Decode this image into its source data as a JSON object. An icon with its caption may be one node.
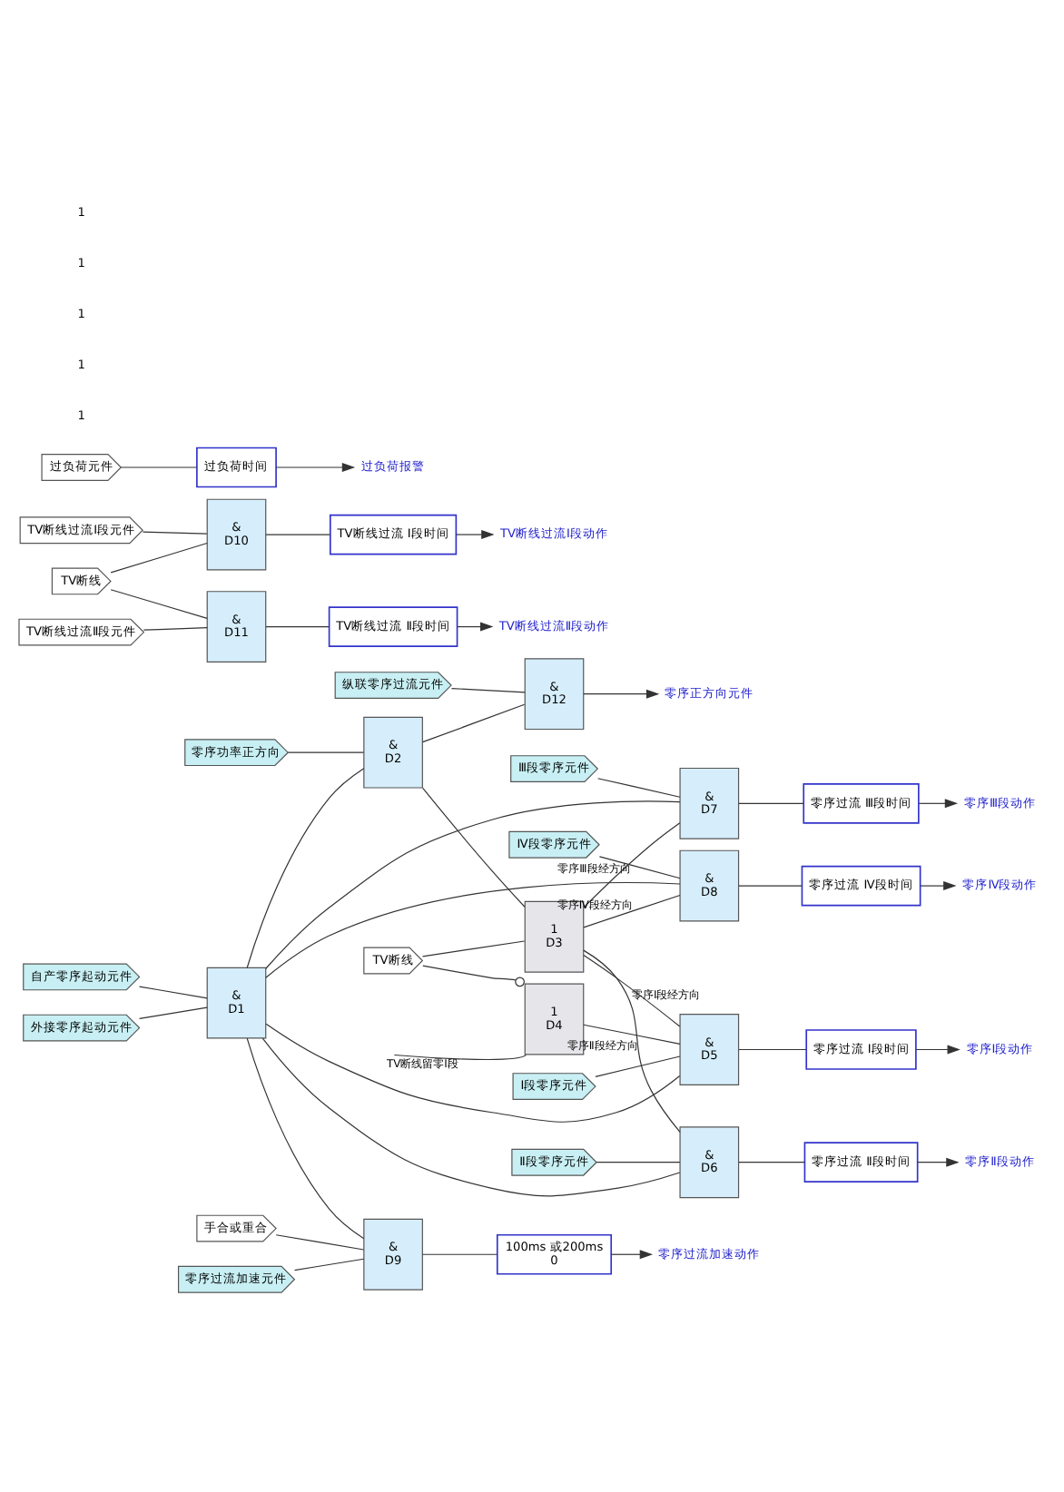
{
  "diagram": {
    "nodes": [
      {
        "text": [
          "纵联零序过流元件"
        ]
      },
      {
        "text": [
          "自产零序起动元件"
        ]
      },
      {
        "text": [
          "外接零序起动元件"
        ]
      },
      {
        "text": [
          "零序功率正方向"
        ]
      },
      {
        "text": [
          "TV断线"
        ]
      },
      {
        "text": [
          "Ⅰ段零序元件"
        ]
      },
      {
        "text": [
          "Ⅱ段零序元件"
        ]
      },
      {
        "text": [
          "Ⅲ段零序元件"
        ]
      },
      {
        "text": [
          "Ⅳ段零序元件"
        ]
      },
      {
        "text": [
          "手合或重合"
        ]
      },
      {
        "text": [
          "零序过流加速元件"
        ]
      },
      {
        "text": [
          "TV断线"
        ]
      },
      {
        "text": [
          "TV断线过流Ⅰ段元件"
        ]
      },
      {
        "text": [
          "TV断线过流Ⅱ段元件"
        ]
      },
      {
        "text": [
          "过负荷元件"
        ]
      },
      {
        "text": [
          "&",
          "D1"
        ]
      },
      {
        "text": [
          "&",
          "D2"
        ]
      },
      {
        "text": [
          "&",
          "D12"
        ]
      },
      {
        "text": [
          "1",
          "D3"
        ]
      },
      {
        "text": [
          "1",
          "D4"
        ]
      },
      {
        "text": [
          "&",
          "D5"
        ]
      },
      {
        "text": [
          "&",
          "D6"
        ]
      },
      {
        "text": [
          "&",
          "D7"
        ]
      },
      {
        "text": [
          "&",
          "D8"
        ]
      },
      {
        "text": [
          "&",
          "D9"
        ]
      },
      {
        "text": [
          "&",
          "D10"
        ]
      },
      {
        "text": [
          "&",
          "D11"
        ]
      },
      {
        "text": [
          "零序过流 Ⅰ段时间"
        ]
      },
      {
        "text": [
          "零序过流 Ⅱ段时间"
        ]
      },
      {
        "text": [
          "零序过流 Ⅲ段时间"
        ]
      },
      {
        "text": [
          "零序过流 Ⅳ段时间"
        ]
      },
      {
        "text": [
          "100ms 或200ms",
          "0"
        ]
      },
      {
        "text": [
          "TV断线过流 Ⅰ段时间"
        ]
      },
      {
        "text": [
          "TV断线过流 Ⅱ段时间"
        ]
      },
      {
        "text": [
          "过负荷时间"
        ]
      },
      {
        "text": [
          "零序正方向元件"
        ]
      },
      {
        "text": [
          "零序Ⅰ段动作"
        ]
      },
      {
        "text": [
          "零序Ⅱ段动作"
        ]
      },
      {
        "text": [
          "零序Ⅲ段动作"
        ]
      },
      {
        "text": [
          "零序Ⅳ段动作"
        ]
      },
      {
        "text": [
          "零序过流加速动作"
        ]
      },
      {
        "text": [
          "TV断线过流Ⅰ段动作"
        ]
      },
      {
        "text": [
          "TV断线过流Ⅱ段动作"
        ]
      },
      {
        "text": [
          "过负荷报警"
        ]
      }
    ],
    "edges": [
      {
        "from": 0,
        "to": 17,
        "arrow": "none"
      },
      {
        "from": 1,
        "to": 15,
        "arrow": "none"
      },
      {
        "from": 2,
        "to": 15,
        "arrow": "none"
      },
      {
        "from": 15,
        "to": 16,
        "arrow": "none"
      },
      {
        "from": 3,
        "to": 16,
        "arrow": "none"
      },
      {
        "from": 16,
        "to": 17,
        "arrow": "none"
      },
      {
        "from": 16,
        "to": 18,
        "arrow": "none"
      },
      {
        "from": 4,
        "to": 18,
        "arrow": "none"
      },
      {
        "from": 4,
        "to": 19,
        "arrow": "other"
      },
      {
        "from": null,
        "to": 19,
        "label": "TV断线留零Ⅰ段",
        "arrow": "none"
      },
      {
        "from": 19,
        "to": 20,
        "arrow": "none"
      },
      {
        "from": 5,
        "to": 20,
        "arrow": "none"
      },
      {
        "from": 18,
        "to": 20,
        "label": "零序Ⅰ段经方向",
        "arrow": "none"
      },
      {
        "from": 15,
        "to": 20,
        "arrow": "none"
      },
      {
        "from": 6,
        "to": 21,
        "arrow": "none"
      },
      {
        "from": 18,
        "to": 21,
        "label": "零序Ⅱ段经方向",
        "arrow": "none"
      },
      {
        "from": 15,
        "to": 21,
        "arrow": "none"
      },
      {
        "from": 7,
        "to": 22,
        "arrow": "none"
      },
      {
        "from": 18,
        "to": 22,
        "label": "零序Ⅲ段经方向",
        "arrow": "none"
      },
      {
        "from": 15,
        "to": 22,
        "arrow": "none"
      },
      {
        "from": 8,
        "to": 23,
        "arrow": "none"
      },
      {
        "from": 18,
        "to": 23,
        "label": "零序Ⅳ段经方向",
        "arrow": "none"
      },
      {
        "from": 15,
        "to": 23,
        "arrow": "none"
      },
      {
        "from": 15,
        "to": 24,
        "arrow": "none"
      },
      {
        "from": 9,
        "to": 24,
        "arrow": "none"
      },
      {
        "from": 10,
        "to": 24,
        "arrow": "none"
      },
      {
        "from": 11,
        "to": 25,
        "arrow": "none"
      },
      {
        "from": 12,
        "to": 25,
        "arrow": "none"
      },
      {
        "from": 11,
        "to": 26,
        "arrow": "none"
      },
      {
        "from": 13,
        "to": 26,
        "arrow": "none"
      },
      {
        "from": 20,
        "to": 27,
        "arrow": "none"
      },
      {
        "from": 21,
        "to": 28,
        "arrow": "none"
      },
      {
        "from": 22,
        "to": 29,
        "arrow": "none"
      },
      {
        "from": 23,
        "to": 30,
        "arrow": "none"
      },
      {
        "from": 24,
        "to": 31,
        "arrow": "none"
      },
      {
        "from": 25,
        "to": 32,
        "arrow": "none"
      },
      {
        "from": 26,
        "to": 33,
        "arrow": "none"
      },
      {
        "from": 14,
        "to": 34,
        "arrow": "none"
      },
      {
        "from": 17,
        "to": 35,
        "arrow": "to"
      },
      {
        "from": 27,
        "to": 36,
        "arrow": "to"
      },
      {
        "from": 28,
        "to": 37,
        "arrow": "to"
      },
      {
        "from": 29,
        "to": 38,
        "arrow": "to"
      },
      {
        "from": 30,
        "to": 39,
        "arrow": "to"
      },
      {
        "from": 31,
        "to": 40,
        "arrow": "to"
      },
      {
        "from": 32,
        "to": 41,
        "arrow": "to"
      },
      {
        "from": 33,
        "to": 42,
        "arrow": "to"
      },
      {
        "from": 34,
        "to": 43,
        "arrow": "to"
      }
    ],
    "labels": [
      "1",
      "1",
      "1",
      "1",
      "1"
    ]
  }
}
